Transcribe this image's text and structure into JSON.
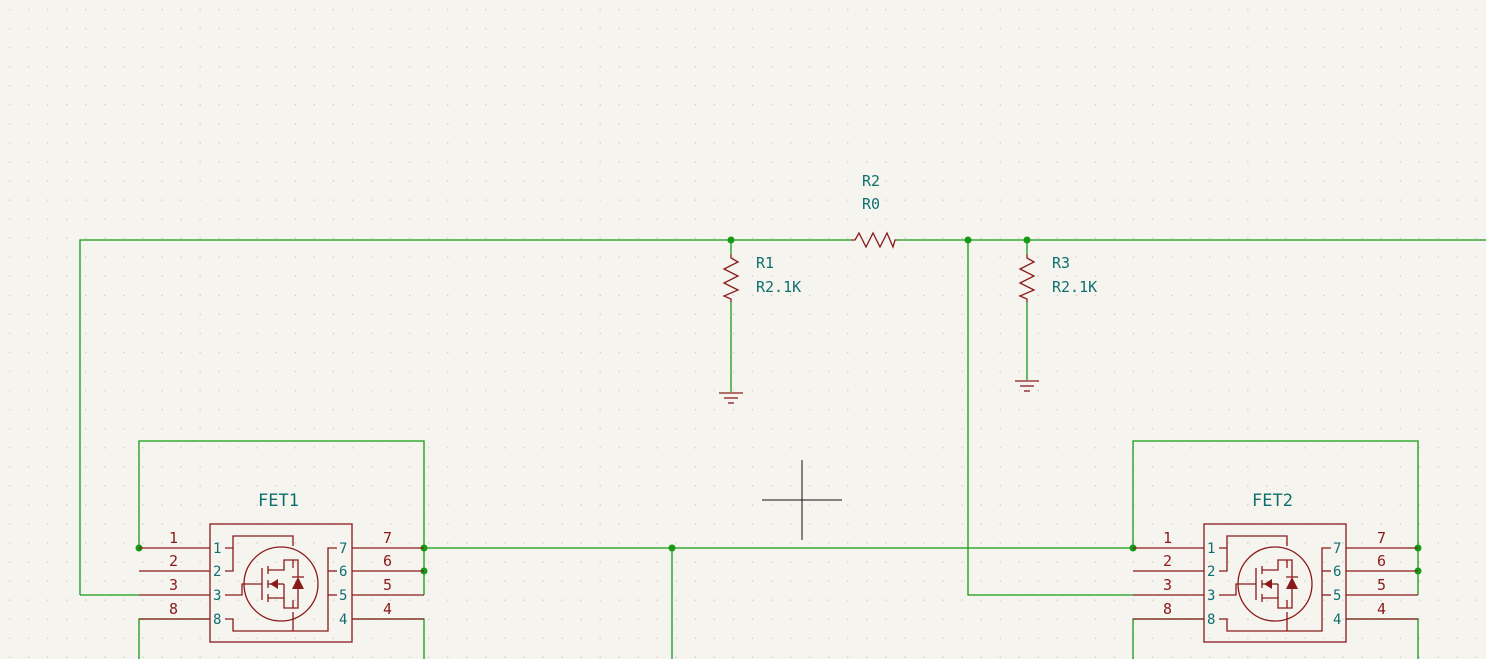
{
  "colors": {
    "background": "#f5f4ef",
    "wire": "#159a15",
    "component": "#8a1a1a",
    "label": "#0f6f6f"
  },
  "resistors": [
    {
      "ref": "R1",
      "value": "R2.1K"
    },
    {
      "ref": "R2",
      "value": "R0"
    },
    {
      "ref": "R3",
      "value": "R2.1K"
    }
  ],
  "fets": [
    {
      "ref": "FET1",
      "left_pins": [
        {
          "num": "1",
          "name": "1"
        },
        {
          "num": "2",
          "name": "2"
        },
        {
          "num": "3",
          "name": "3"
        },
        {
          "num": "8",
          "name": "8"
        }
      ],
      "right_pins": [
        {
          "num": "7",
          "name": "7"
        },
        {
          "num": "6",
          "name": "6"
        },
        {
          "num": "5",
          "name": "5"
        },
        {
          "num": "4",
          "name": "4"
        }
      ]
    },
    {
      "ref": "FET2",
      "left_pins": [
        {
          "num": "1",
          "name": "1"
        },
        {
          "num": "2",
          "name": "2"
        },
        {
          "num": "3",
          "name": "3"
        },
        {
          "num": "8",
          "name": "8"
        }
      ],
      "right_pins": [
        {
          "num": "7",
          "name": "7"
        },
        {
          "num": "6",
          "name": "6"
        },
        {
          "num": "5",
          "name": "5"
        },
        {
          "num": "4",
          "name": "4"
        }
      ]
    }
  ]
}
